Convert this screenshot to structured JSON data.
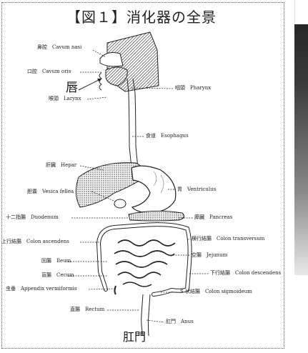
{
  "figure": {
    "title": "【図１】消化器の全景",
    "labels": {
      "nasal": "鼻腔　Cavum nasi",
      "oral": "口腔　Cavum oris",
      "lip": "唇",
      "larynx": "喉頭　Larynx",
      "pharynx": "咽頭　Pharynx",
      "esophagus": "食道　Esophagus",
      "liver": "肝臓　Hepar",
      "stomach": "胃　Ventriculus",
      "gallbladder": "胆嚢　Vesica fellea",
      "duodenum": "十二指腸　Duodenum",
      "pancreas": "膵臓　Pancreas",
      "transverse": "横行結腸　Colon transversum",
      "ascending": "上行結腸　Colon ascendens",
      "jejunum": "空腸　Jejunum",
      "ileum": "回腸　Ileum",
      "descending": "下行結腸　Colon descendens",
      "cecum": "盲腸　Cecum",
      "appendix": "虫垂　Appendix vermiformis",
      "sigmoid": "S 状結腸　Colon sigmoideum",
      "rectum": "直腸　Rectum",
      "anus": "肛門　Anus",
      "anus_big": "肛門"
    }
  },
  "colors": {
    "line": "#222222",
    "fill": "#cfcfcf",
    "sidebar_dark": "#1e1e1e"
  }
}
